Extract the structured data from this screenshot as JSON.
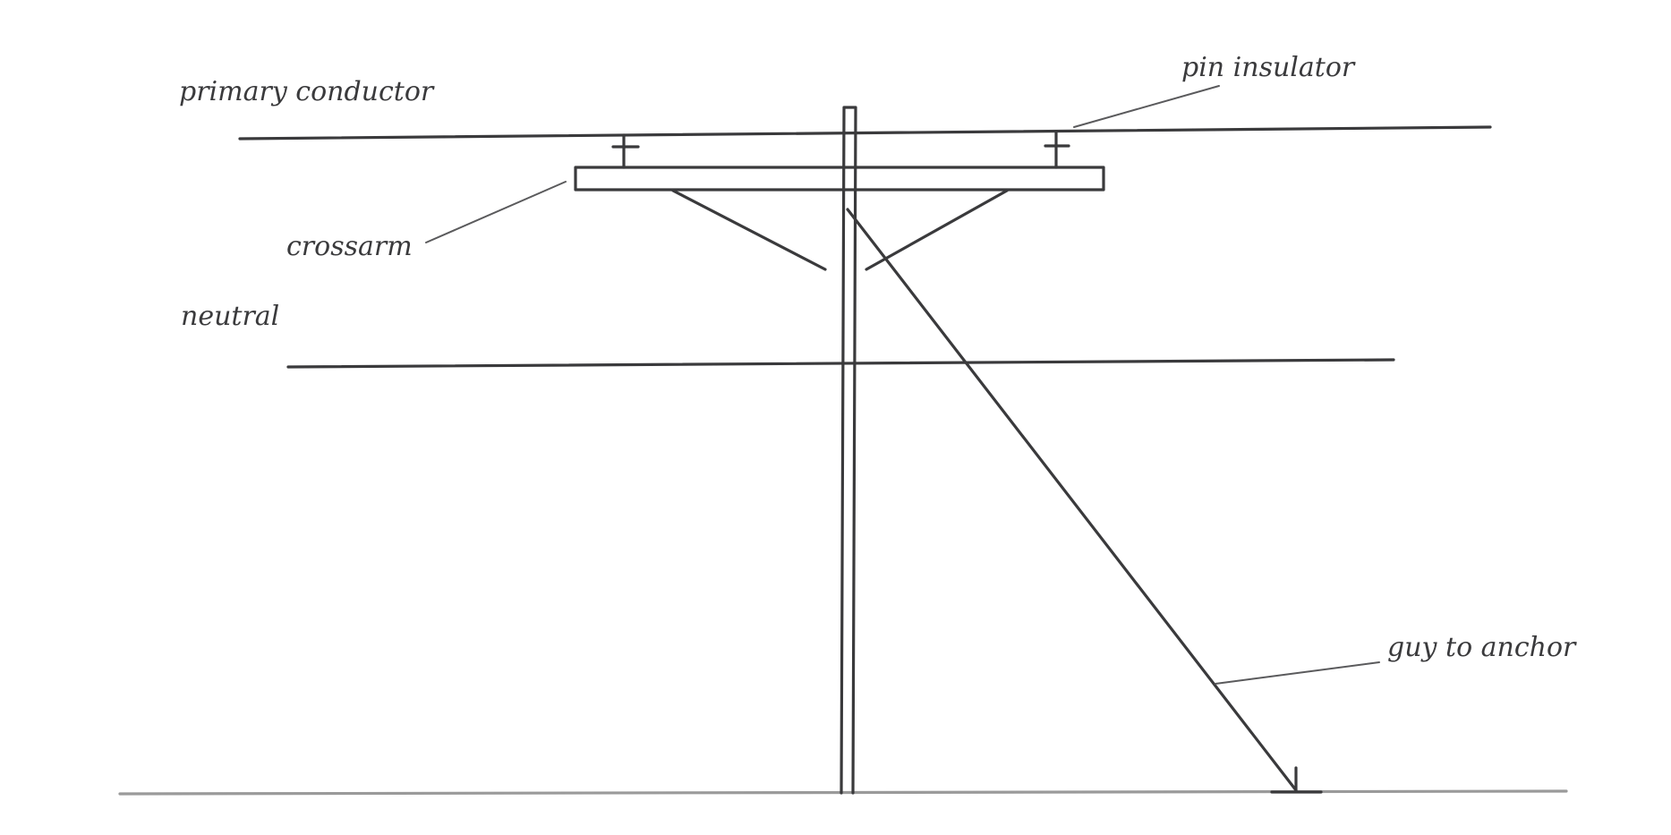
{
  "diagram": {
    "labels": {
      "primary_conductor": "primary conductor",
      "pin_insulator": "pin insulator",
      "crossarm": "crossarm",
      "neutral": "neutral",
      "guy_to_anchor": "guy to anchor"
    },
    "colors": {
      "ink": "#3a3a3c",
      "leader": "#5a5a5c",
      "ground": "#9a9a9a",
      "background": "#ffffff"
    }
  }
}
